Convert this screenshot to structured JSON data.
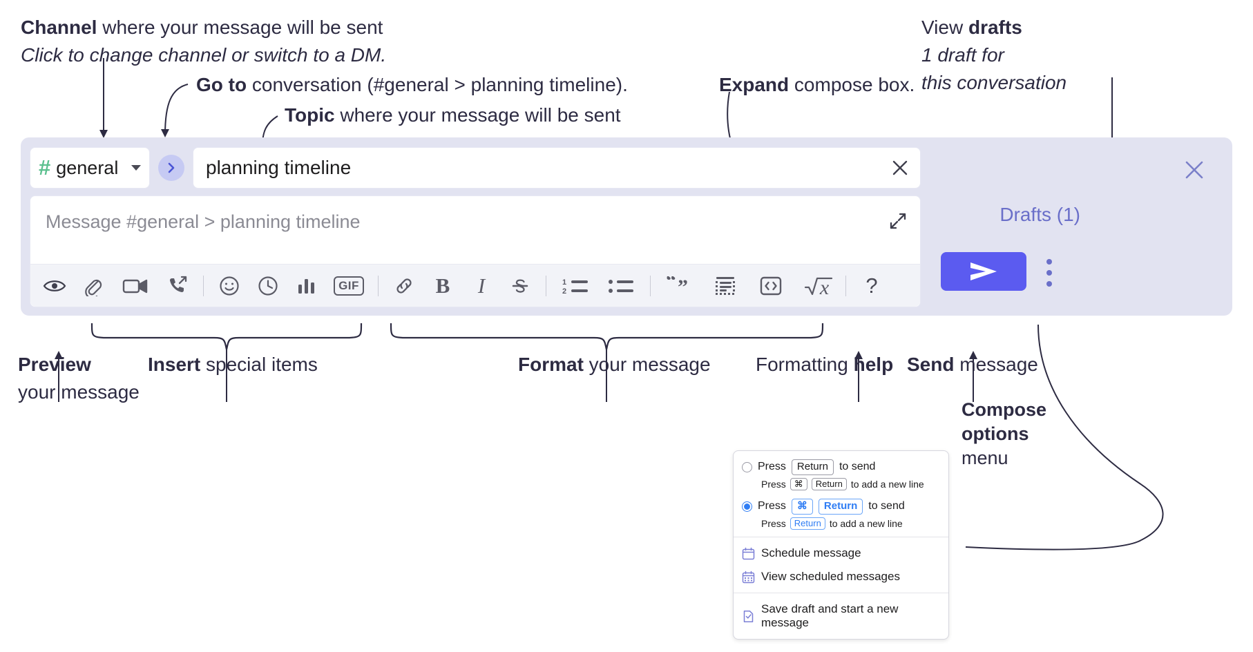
{
  "annotations": {
    "channel": {
      "bold": "Channel",
      "rest": " where your message will be sent",
      "italic": "Click to change channel or switch to a DM."
    },
    "goto": {
      "bold": "Go to",
      "rest": " conversation (#general > planning timeline)."
    },
    "topic": {
      "bold": "Topic",
      "rest": " where your message will be sent"
    },
    "expand": {
      "bold": "Expand",
      "rest": " compose box."
    },
    "drafts": {
      "pre": "View ",
      "bold": "drafts",
      "italic1": "1 draft for",
      "italic2": "this conversation"
    },
    "preview": {
      "bold": "Preview",
      "line2": "your message"
    },
    "insert": {
      "bold": "Insert",
      "rest": " special items"
    },
    "format": {
      "bold": "Format",
      "rest": " your message"
    },
    "help": {
      "pre": "Formatting ",
      "bold": "help"
    },
    "send": {
      "bold": "Send",
      "rest": " message"
    },
    "compose_options": {
      "bold1": "Compose",
      "bold2": "options",
      "rest": "menu"
    }
  },
  "compose": {
    "channel_name": "general",
    "channel_hash": "#",
    "topic_value": "planning timeline",
    "message_placeholder": "Message #general > planning timeline",
    "drafts_label": "Drafts (1)",
    "toolbar": [
      {
        "name": "preview-icon",
        "label": "Preview"
      },
      {
        "name": "attachment-icon",
        "label": "Attach file"
      },
      {
        "name": "video-camera-icon",
        "label": "Record video clip"
      },
      {
        "name": "phone-outgoing-icon",
        "label": "Record audio clip"
      },
      {
        "name": "emoji-icon",
        "label": "Emoji"
      },
      {
        "name": "clock-icon",
        "label": "Reminder"
      },
      {
        "name": "bar-chart-icon",
        "label": "Poll"
      },
      {
        "name": "gif-icon",
        "label": "GIF"
      },
      {
        "name": "link-icon",
        "label": "Link"
      },
      {
        "name": "bold-icon",
        "label": "B"
      },
      {
        "name": "italic-icon",
        "label": "I"
      },
      {
        "name": "strikethrough-icon",
        "label": "Strikethrough"
      },
      {
        "name": "ordered-list-icon",
        "label": "Ordered list"
      },
      {
        "name": "bulleted-list-icon",
        "label": "Bulleted list"
      },
      {
        "name": "blockquote-icon",
        "label": "Blockquote"
      },
      {
        "name": "code-block-icon",
        "label": "Code block"
      },
      {
        "name": "inline-code-icon",
        "label": "Code"
      },
      {
        "name": "math-icon",
        "label": "Math"
      },
      {
        "name": "help-icon",
        "label": "?"
      }
    ]
  },
  "options_menu": {
    "option_return": {
      "selected": false,
      "press": "Press",
      "key": "Return",
      "tail": "to send",
      "sub_press": "Press",
      "sub_key1": "⌘",
      "sub_key2": "Return",
      "sub_tail": "to add a new line"
    },
    "option_cmd_return": {
      "selected": true,
      "press": "Press",
      "key1": "⌘",
      "key2": "Return",
      "tail": "to send",
      "sub_press": "Press",
      "sub_key": "Return",
      "sub_tail": "to add a new line"
    },
    "items": [
      {
        "icon": "calendar-icon",
        "label": "Schedule message"
      },
      {
        "icon": "calendar-grid-icon",
        "label": "View scheduled messages"
      },
      {
        "icon": "save-draft-icon",
        "label": "Save draft and start a new message"
      }
    ]
  },
  "colors": {
    "widget_bg": "#e2e3f1",
    "accent_purple": "#5b5bf0",
    "link_purple": "#6a6fc9",
    "hash_green": "#5cc08f",
    "radio_blue": "#2f7df4",
    "text_dark": "#2d2b42"
  }
}
